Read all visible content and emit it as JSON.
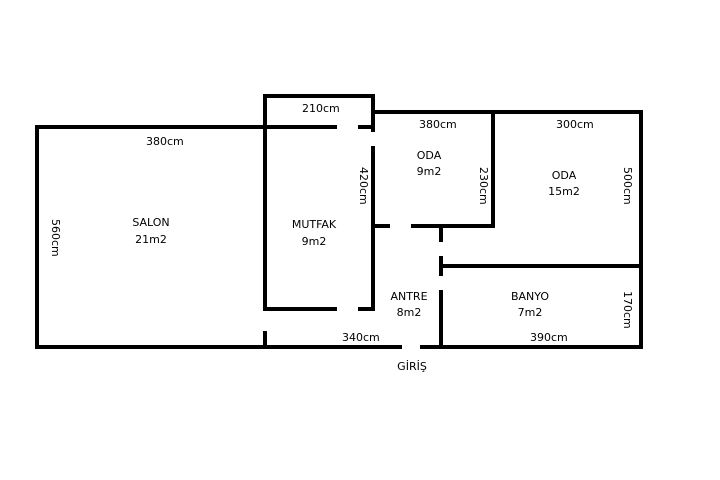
{
  "rooms": {
    "salon": {
      "name": "SALON",
      "area": "21m2"
    },
    "mutfak": {
      "name": "MUTFAK",
      "area": "9m2"
    },
    "oda_small": {
      "name": "ODA",
      "area": "9m2"
    },
    "oda_large": {
      "name": "ODA",
      "area": "15m2"
    },
    "antre": {
      "name": "ANTRE",
      "area": "8m2"
    },
    "banyo": {
      "name": "BANYO",
      "area": "7m2"
    }
  },
  "dimensions": {
    "salon_top": "380cm",
    "salon_left": "560cm",
    "mutfak_top": "210cm",
    "mutfak_right": "420cm",
    "oda_small_top": "380cm",
    "oda_small_right": "230cm",
    "oda_large_top": "300cm",
    "oda_large_right": "500cm",
    "banyo_right": "170cm",
    "bottom_middle": "340cm",
    "bottom_right": "390cm"
  },
  "entrance": "GİRİŞ",
  "colors": {
    "wall": "#000000",
    "background": "#ffffff"
  }
}
